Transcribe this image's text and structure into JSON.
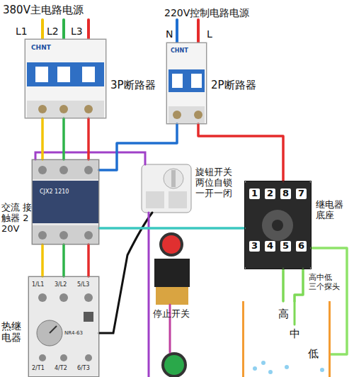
{
  "diagram": {
    "nodes": [
      {
        "text": [
          "CHNT"
        ]
      },
      {
        "text": [
          "CHNT"
        ]
      },
      {
        "text": [
          "CJX2 1210"
        ]
      },
      {
        "text": [
          "1",
          "2",
          "8",
          "7",
          "3",
          "4",
          "5",
          "6"
        ]
      },
      {
        "text": [
          "1/L1",
          "3/L2",
          "5/L3",
          "NR4-63",
          "2/T1",
          "4/T2",
          "6/T3"
        ]
      },
      {
        "text": [
          "高",
          "中",
          "低"
        ]
      }
    ],
    "edges": [
      {
        "from": 0,
        "to": 2,
        "arrow": "none"
      },
      {
        "from": 0,
        "to": 2,
        "arrow": "none"
      },
      {
        "from": 0,
        "to": 2,
        "arrow": "none"
      },
      {
        "from": 1,
        "to": 3,
        "arrow": "none"
      },
      {
        "from": 1,
        "to": 2,
        "arrow": "none"
      },
      {
        "from": 3,
        "to": 2,
        "arrow": "none"
      },
      {
        "from": 2,
        "to": 4,
        "arrow": "none"
      },
      {
        "from": 2,
        "to": 4,
        "arrow": "none"
      },
      {
        "from": 2,
        "to": 4,
        "arrow": "none"
      },
      {
        "from": 3,
        "to": 5,
        "arrow": "none"
      },
      {
        "from": 3,
        "to": 5,
        "arrow": "none"
      },
      {
        "from": 3,
        "to": 5,
        "arrow": "none"
      }
    ],
    "labels": [
      "380V主电路电源",
      "L1",
      "L2",
      "L3",
      "220V控制电路电源",
      "N",
      "L",
      "3P断路器",
      "2P断路器",
      "交流 接触器 220V",
      "旋钮开关 两位自锁 一开一闭",
      "继电器 底座",
      "停止开关",
      "热继 电器",
      "高中低 三个探头"
    ]
  }
}
